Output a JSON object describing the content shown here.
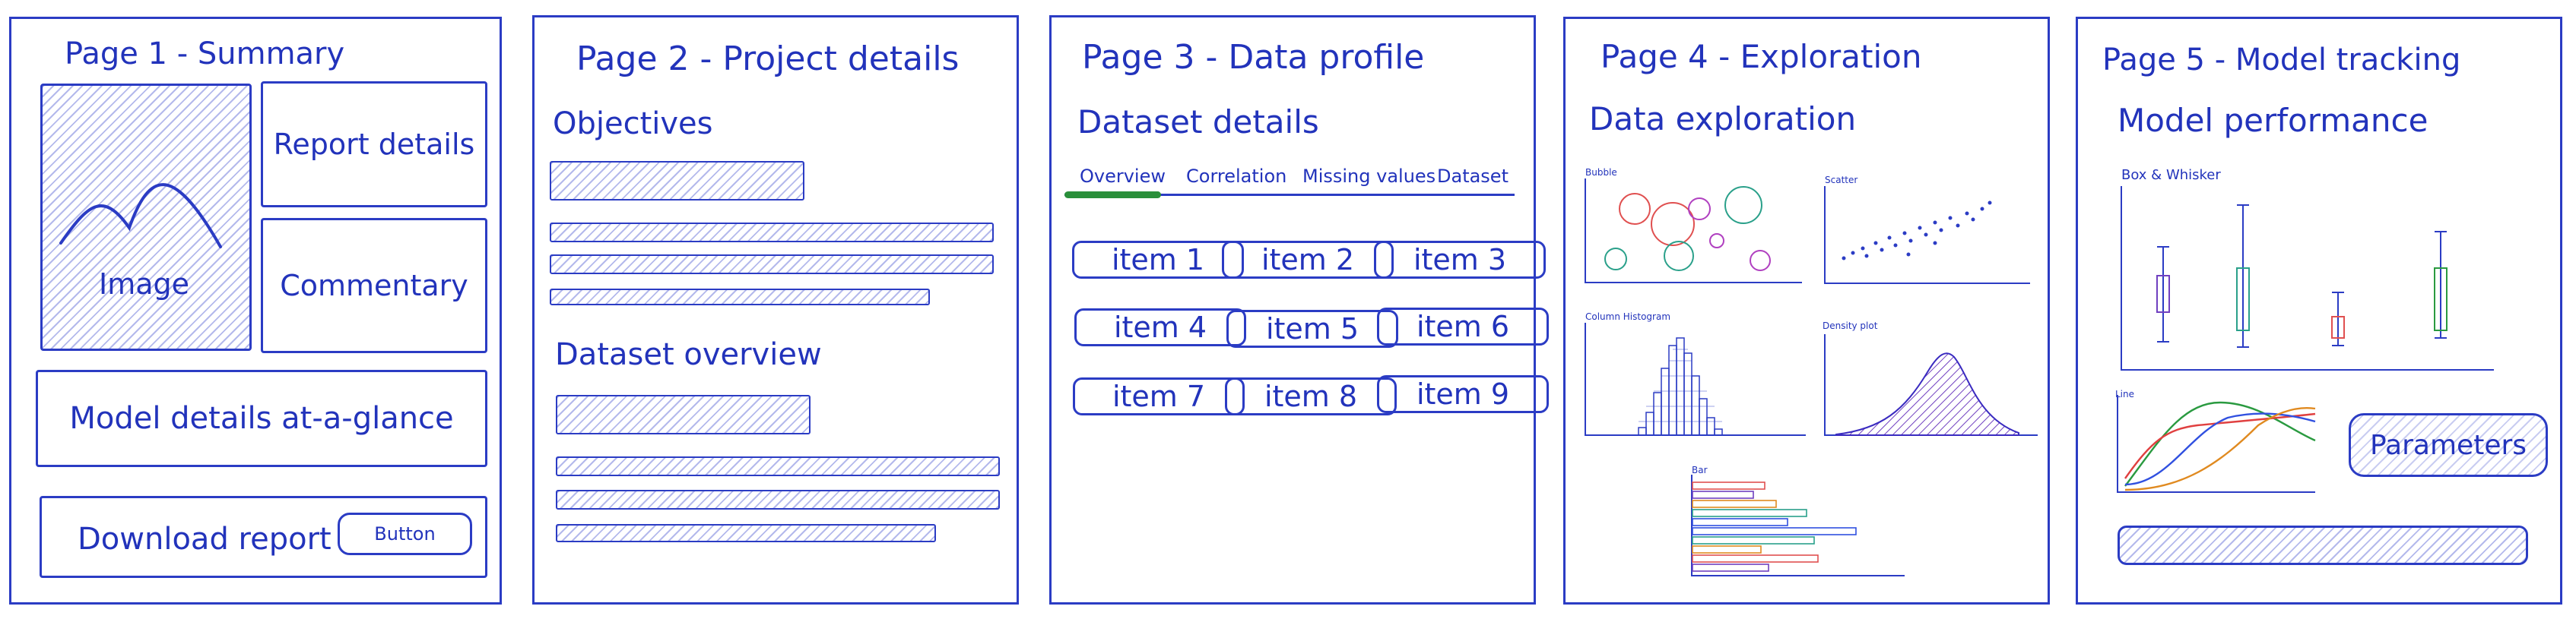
{
  "pages": [
    {
      "title": "Page 1 - Summary",
      "image_label": "Image",
      "report_details": "Report details",
      "commentary": "Commentary",
      "model_details": "Model details at-a-glance",
      "download_report": "Download report",
      "button": "Button"
    },
    {
      "title": "Page 2 - Project details",
      "objectives": "Objectives",
      "dataset_overview": "Dataset overview"
    },
    {
      "title": "Page 3 - Data profile",
      "heading": "Dataset details",
      "tabs": [
        "Overview",
        "Correlation",
        "Missing values",
        "Dataset"
      ],
      "items": [
        "item 1",
        "item 2",
        "item 3",
        "item 4",
        "item 5",
        "item 6",
        "item 7",
        "item 8",
        "item 9"
      ]
    },
    {
      "title": "Page 4 - Exploration",
      "heading": "Data exploration",
      "charts": [
        "Bubble",
        "Scatter",
        "Column Histogram",
        "Density plot",
        "Bar"
      ]
    },
    {
      "title": "Page 5 - Model tracking",
      "heading": "Model performance",
      "charts": [
        "Box & Whisker",
        "Line"
      ],
      "parameters": "Parameters"
    }
  ],
  "colors": {
    "ink": "#2b3cc4",
    "tab_underline": "#2a8f3a",
    "bubble_red": "#e05050",
    "bubble_teal": "#2aa08a",
    "bubble_purple": "#b040c0",
    "line_blue": "#3050e0",
    "line_red": "#e04040",
    "line_orange": "#e08a20",
    "line_green": "#2a9a40"
  }
}
